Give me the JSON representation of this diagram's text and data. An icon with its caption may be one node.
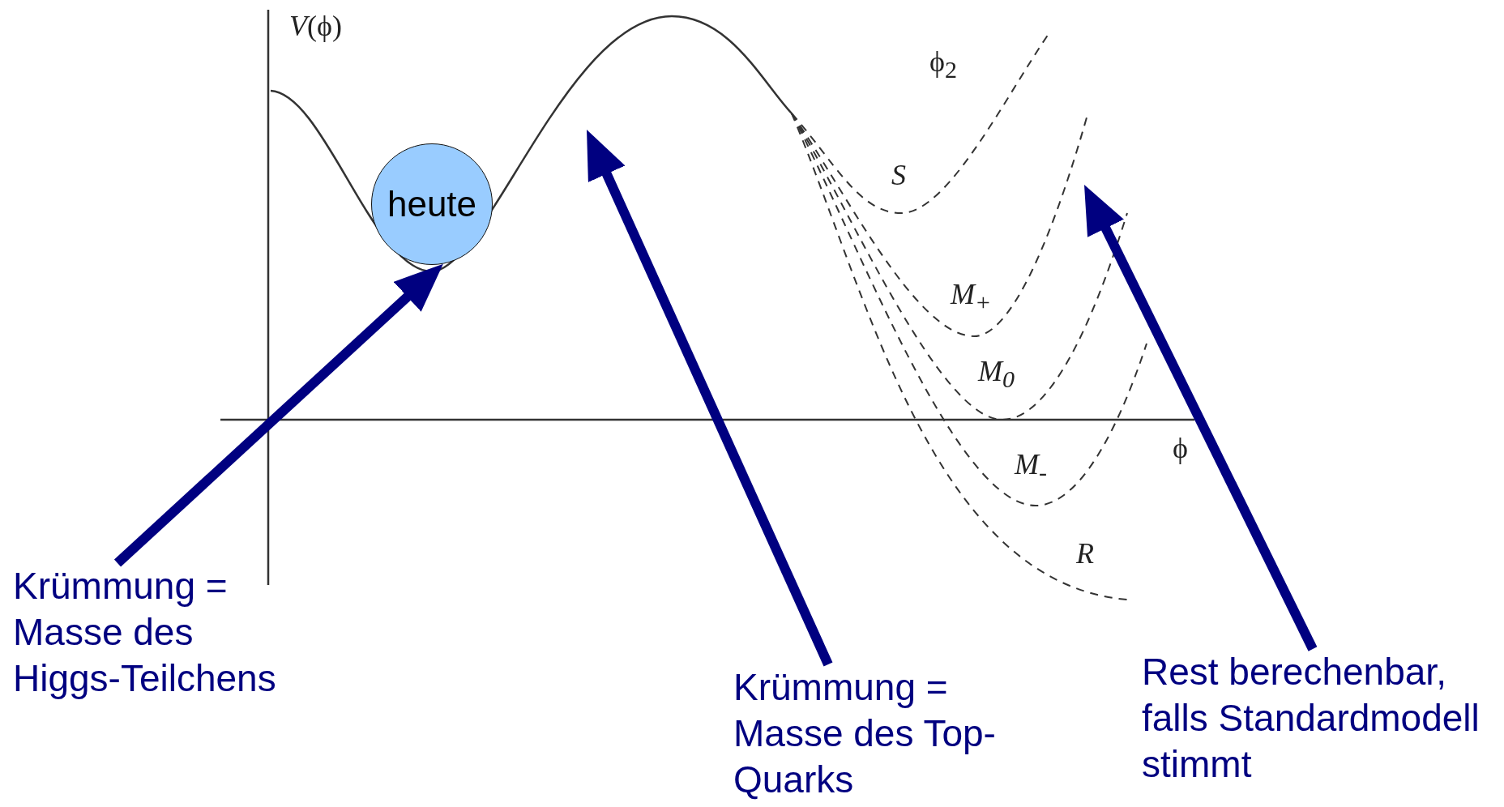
{
  "diagram": {
    "nodes": [
      {
        "text": [
          "heute"
        ]
      },
      {
        "text": [
          "Krümmung = Masse des Higgs-Teilchens"
        ]
      },
      {
        "text": [
          "Krümmung = Masse des Top-Quarks"
        ]
      },
      {
        "text": [
          "Rest berechenbar, falls Standardmodell stimmt"
        ]
      }
    ],
    "edges": [
      {
        "from": 1,
        "to": 0,
        "arrow": "to"
      },
      {
        "from": 2,
        "to": null,
        "arrow": "to"
      },
      {
        "from": 3,
        "to": null,
        "arrow": "to"
      }
    ],
    "labels": [
      "*V*(ϕ)",
      "ϕ$_{2}$",
      "S",
      "M$_{+}$",
      "M$_{0}$",
      "ϕ",
      "M$_{-}$",
      "R"
    ]
  }
}
